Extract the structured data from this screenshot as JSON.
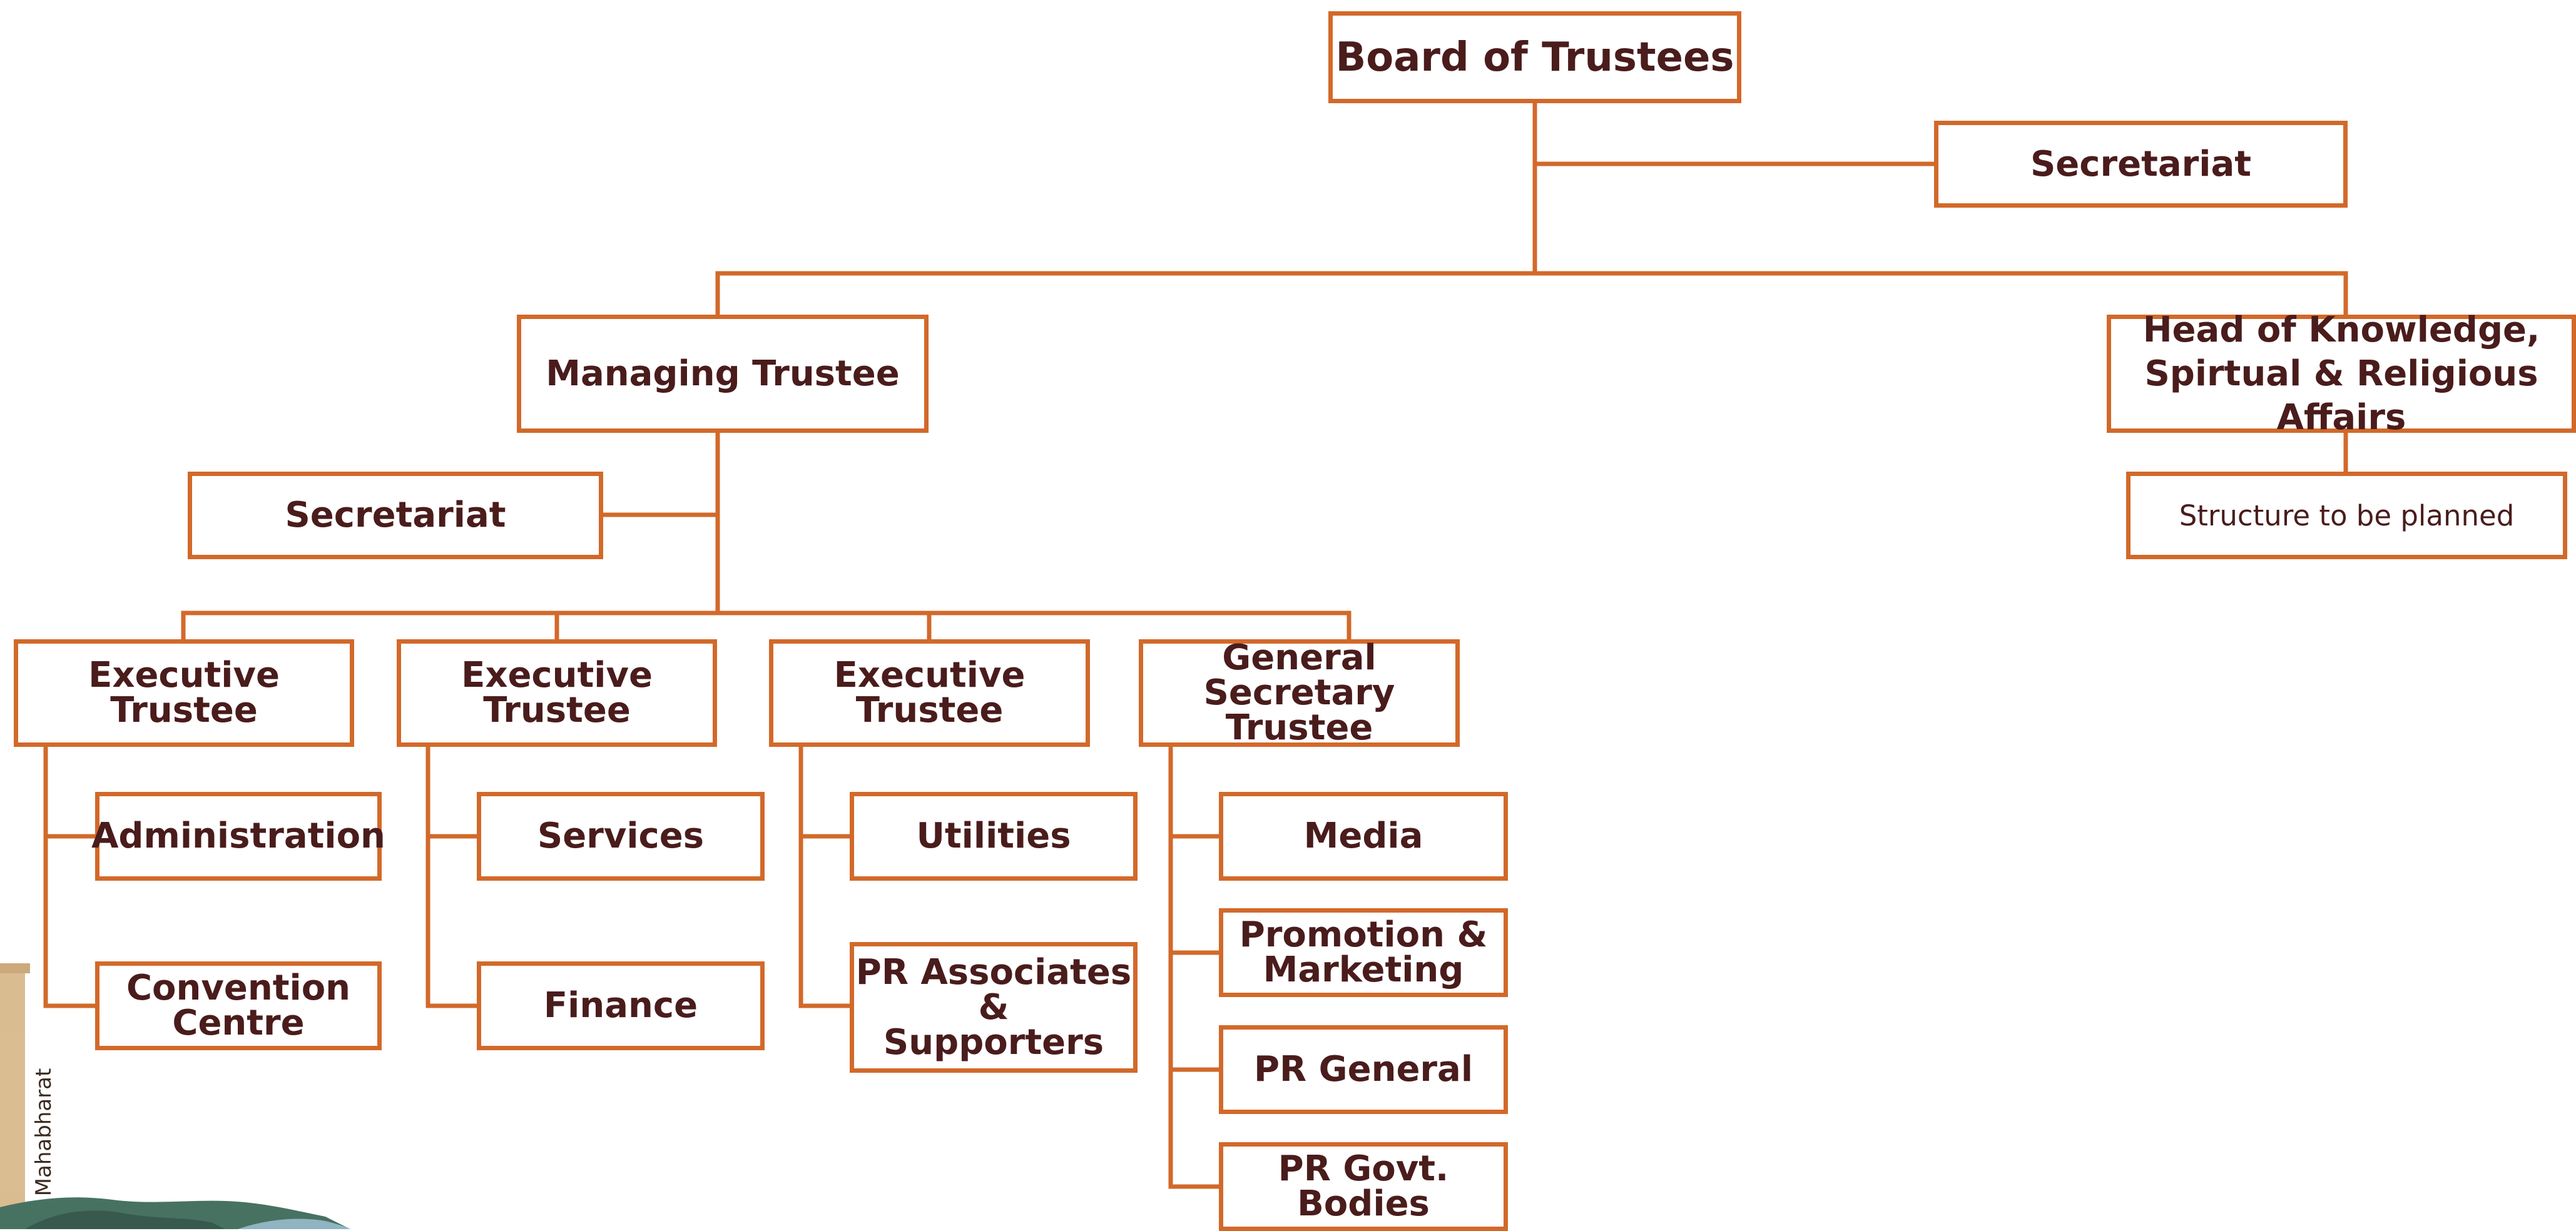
{
  "colors": {
    "line": "#d2692a",
    "text": "#4a1c1c",
    "background": "#ffffff"
  },
  "nodes": {
    "board": {
      "lines": [
        "Board of Trustees"
      ]
    },
    "secretariat_top": {
      "lines": [
        "Secretariat"
      ]
    },
    "managing": {
      "lines": [
        "Managing Trustee"
      ]
    },
    "head_knowledge": {
      "lines": [
        "Head of Knowledge,",
        "Spirtual & Religious Affairs"
      ]
    },
    "secretariat_left": {
      "lines": [
        "Secretariat"
      ]
    },
    "structure": {
      "lines": [
        "Structure to be planned"
      ]
    },
    "exec1": {
      "lines": [
        "Executive Trustee"
      ]
    },
    "exec2": {
      "lines": [
        "Executive Trustee"
      ]
    },
    "exec3": {
      "lines": [
        "Executive Trustee"
      ]
    },
    "gen_sec": {
      "lines": [
        "General Secretary",
        "Trustee"
      ]
    },
    "administration": {
      "lines": [
        "Administration"
      ]
    },
    "convention": {
      "lines": [
        "Convention",
        "Centre"
      ]
    },
    "services": {
      "lines": [
        "Services"
      ]
    },
    "finance": {
      "lines": [
        "Finance"
      ]
    },
    "utilities": {
      "lines": [
        "Utilities"
      ]
    },
    "pr_associates": {
      "lines": [
        "PR Associates",
        "&",
        "Supporters"
      ]
    },
    "media": {
      "lines": [
        "Media"
      ]
    },
    "promotion": {
      "lines": [
        "Promotion &",
        "Marketing"
      ]
    },
    "pr_general": {
      "lines": [
        "PR General"
      ]
    },
    "pr_govt": {
      "lines": [
        "PR Govt.",
        "Bodies"
      ]
    }
  },
  "decoration": {
    "side_label": "Mahabharat"
  }
}
